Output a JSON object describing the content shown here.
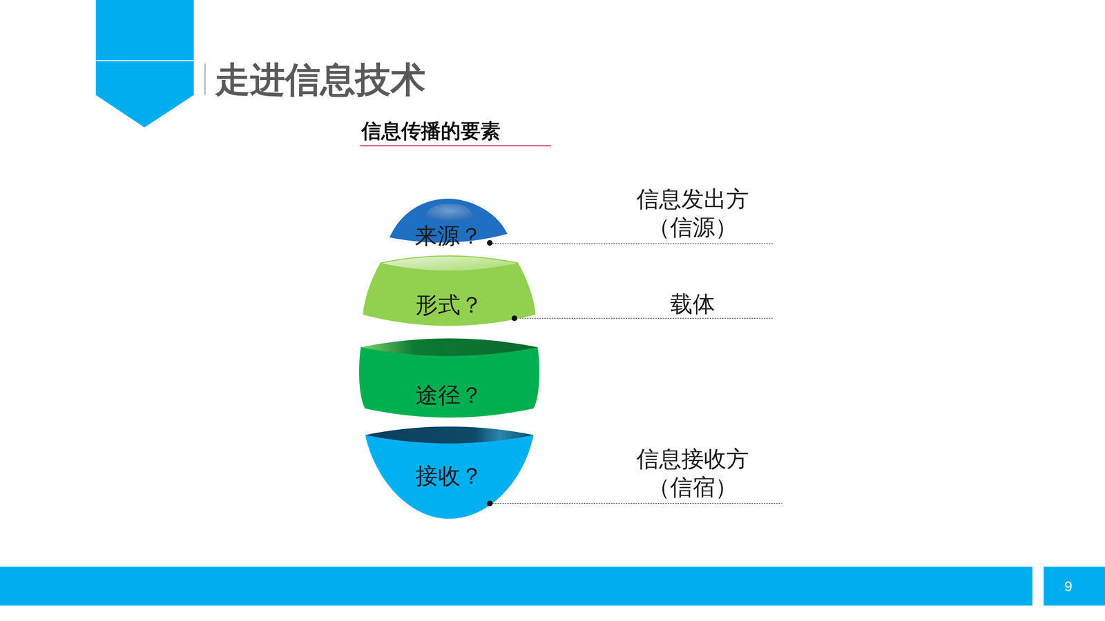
{
  "diagram": {
    "title": "走进信息技术",
    "nodes": [
      {
        "text": [
          "来源？"
        ]
      },
      {
        "text": [
          "形式？"
        ]
      },
      {
        "text": [
          "途径？"
        ]
      },
      {
        "text": [
          "接收？"
        ]
      }
    ],
    "labels": [
      "信息传播的要素",
      "信息发出方 （信源）",
      "载体",
      "信息接收方 （信宿）",
      "9"
    ]
  }
}
